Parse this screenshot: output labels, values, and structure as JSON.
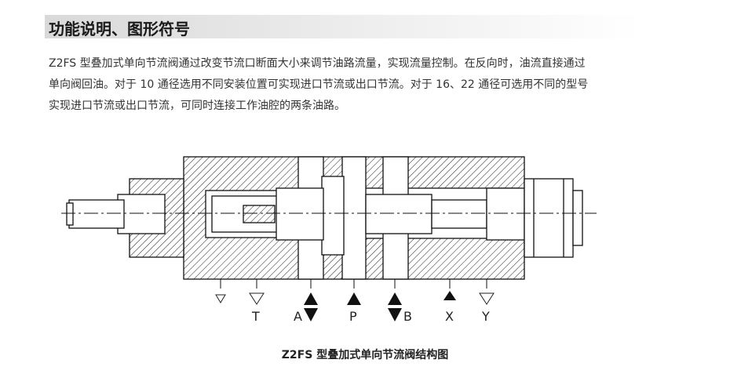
{
  "heading": "功能说明、图形符号",
  "description": {
    "lines": [
      "Z2FS 型叠加式单向节流阀通过改变节流口断面大小来调节油路流量，实现流量控制。在反向时，油流直接通过",
      "单向阀回油。对于 10 通径选用不同安装位置可实现进口节流或出口节流。对于 16、22 通径可选用不同的型号",
      "实现进口节流或出口节流，可同时连接工作油腔的两条油路。"
    ]
  },
  "figure": {
    "ports": [
      "T",
      "A",
      "P",
      "B",
      "X",
      "Y"
    ],
    "caption": "Z2FS 型叠加式单向节流阀结构图"
  }
}
